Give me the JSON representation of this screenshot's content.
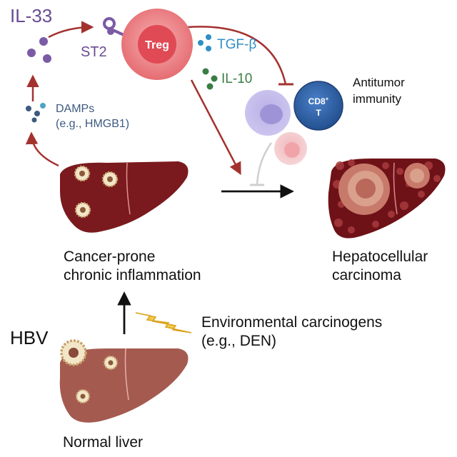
{
  "labels": {
    "il33": "IL-33",
    "st2": "ST2",
    "treg": "Treg",
    "tgfb": "TGF-β",
    "il10": "IL-10",
    "cd8_line1": "CD8",
    "cd8_sup": "+",
    "cd8_line2": "T",
    "antitumor_line1": "Antitumor",
    "antitumor_line2": "immunity",
    "damps_line1": "DAMPs",
    "damps_line2": "(e.g., HMGB1)",
    "cancer_prone_line1": "Cancer-prone",
    "cancer_prone_line2": "chronic inflammation",
    "hcc_line1": "Hepatocellular",
    "hcc_line2": "carcinoma",
    "hbv": "HBV",
    "env_line1": "Environmental carcinogens",
    "env_line2": "(e.g., DEN)",
    "normal_liver": "Normal liver"
  },
  "colors": {
    "il33": "#6a4c93",
    "st2": "#6a4c93",
    "treg_fill": "#e8767a",
    "treg_core": "#e04a55",
    "tgfb": "#2e8fc4",
    "il10": "#3a7d44",
    "damps": "#3d5a80",
    "arrow_red": "#a3322f",
    "arrow_dark": "#111111",
    "liver_inflamed": "#7a1a1e",
    "liver_normal": "#a55a50",
    "liver_hcc": "#6e1218",
    "cd8_blue": "#2f5fa8",
    "lightning": "#f2c94c"
  },
  "icons": [
    "il33-particles",
    "st2-receptor-icon",
    "treg-cell",
    "tgfb-particles",
    "il10-particles",
    "cd8-t-cell",
    "immune-cells",
    "damps-particles",
    "virus-icon",
    "lightning-bolt-icon"
  ]
}
